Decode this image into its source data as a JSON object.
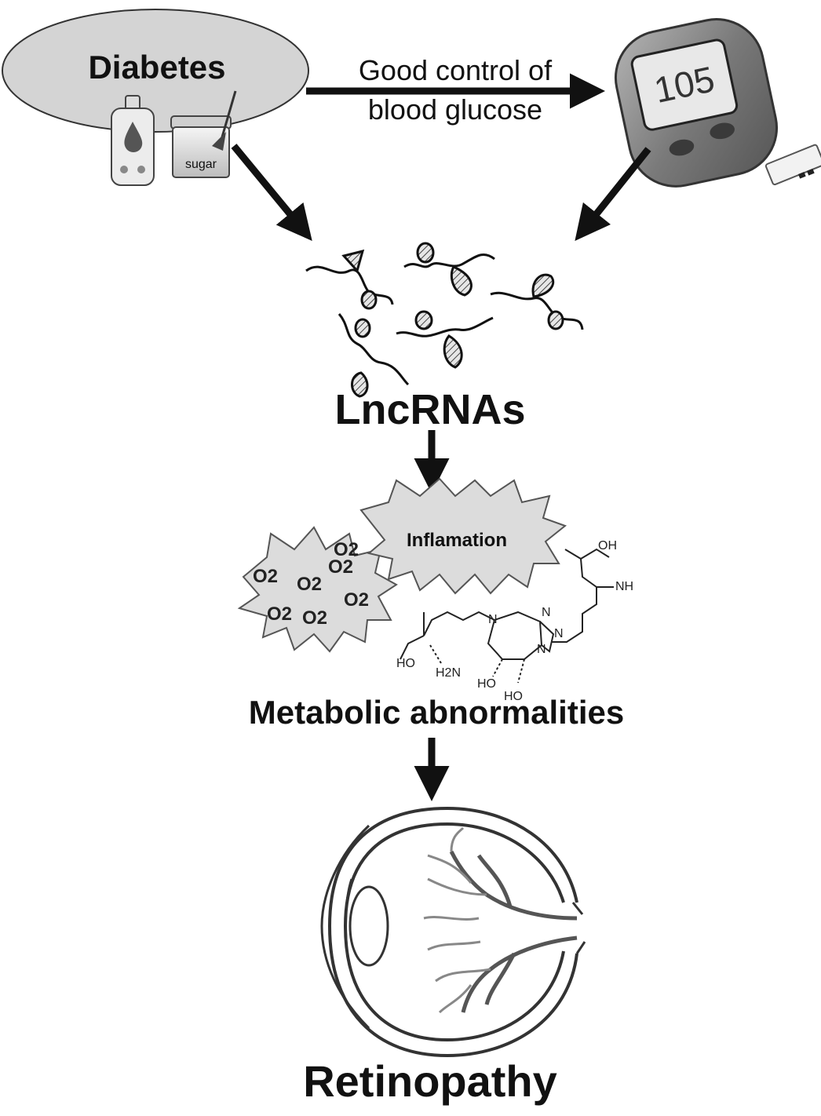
{
  "diagram": {
    "diabetes_label": "Diabetes",
    "sugar_label": "sugar",
    "control_line1": "Good control  of",
    "control_line2": "blood glucose",
    "meter_reading": "105",
    "lncrnas_label": "LncRNAs",
    "inflammation_label": "Inflamation",
    "superoxide_labels": [
      "O2",
      "O2",
      "O2",
      "O2",
      "O2",
      "O2",
      "O2"
    ],
    "chem_labels": [
      "OH",
      "NH",
      "N",
      "N",
      "N",
      "N",
      "HO",
      "H2N",
      "HO",
      "HO"
    ],
    "metabolic_label": "Metabolic abnormalities",
    "retinopathy_label": "Retinopathy"
  },
  "colors": {
    "ink": "#111111",
    "ellipse_fill": "#d4d4d4",
    "meter_body": "#8a8a8a",
    "burst_fill": "#dcdcdc"
  }
}
